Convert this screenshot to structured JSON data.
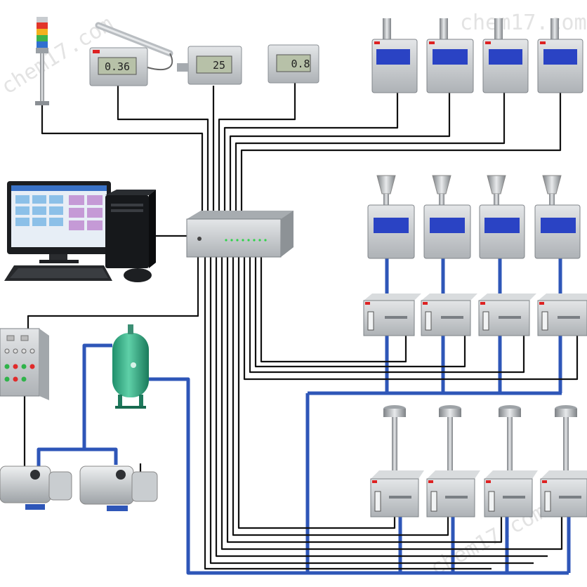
{
  "displays": {
    "meter_1": "0.36",
    "meter_2": "25",
    "meter_3": "0.8"
  },
  "watermarks": {
    "top_left": "chem17.com",
    "top_right": "chem17.com",
    "bottom_right": "chem17.com"
  },
  "colors": {
    "signal_wire": "#111111",
    "vacuum_pipe": "#2e56b8",
    "device_body": "#c9ccce",
    "lcd_blue": "#2a43c4",
    "tank_green": "#2fae86"
  }
}
